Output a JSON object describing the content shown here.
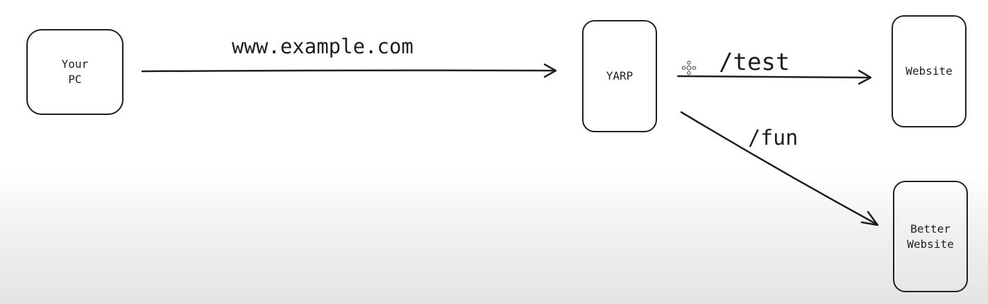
{
  "diagram": {
    "nodes": {
      "pc": {
        "lines": [
          "Your",
          "PC"
        ]
      },
      "yarp": {
        "lines": [
          "YARP"
        ]
      },
      "website": {
        "lines": [
          "Website"
        ]
      },
      "better": {
        "lines": [
          "Better",
          "Website"
        ]
      }
    },
    "edges": {
      "pc_to_yarp": {
        "label": "www.example.com"
      },
      "yarp_to_website": {
        "label": "/test"
      },
      "yarp_to_better": {
        "label": "/fun"
      }
    },
    "icons": {
      "handle": "move-handle-icon"
    },
    "colors": {
      "stroke": "#1e1e1e",
      "background": "#ffffff"
    }
  }
}
